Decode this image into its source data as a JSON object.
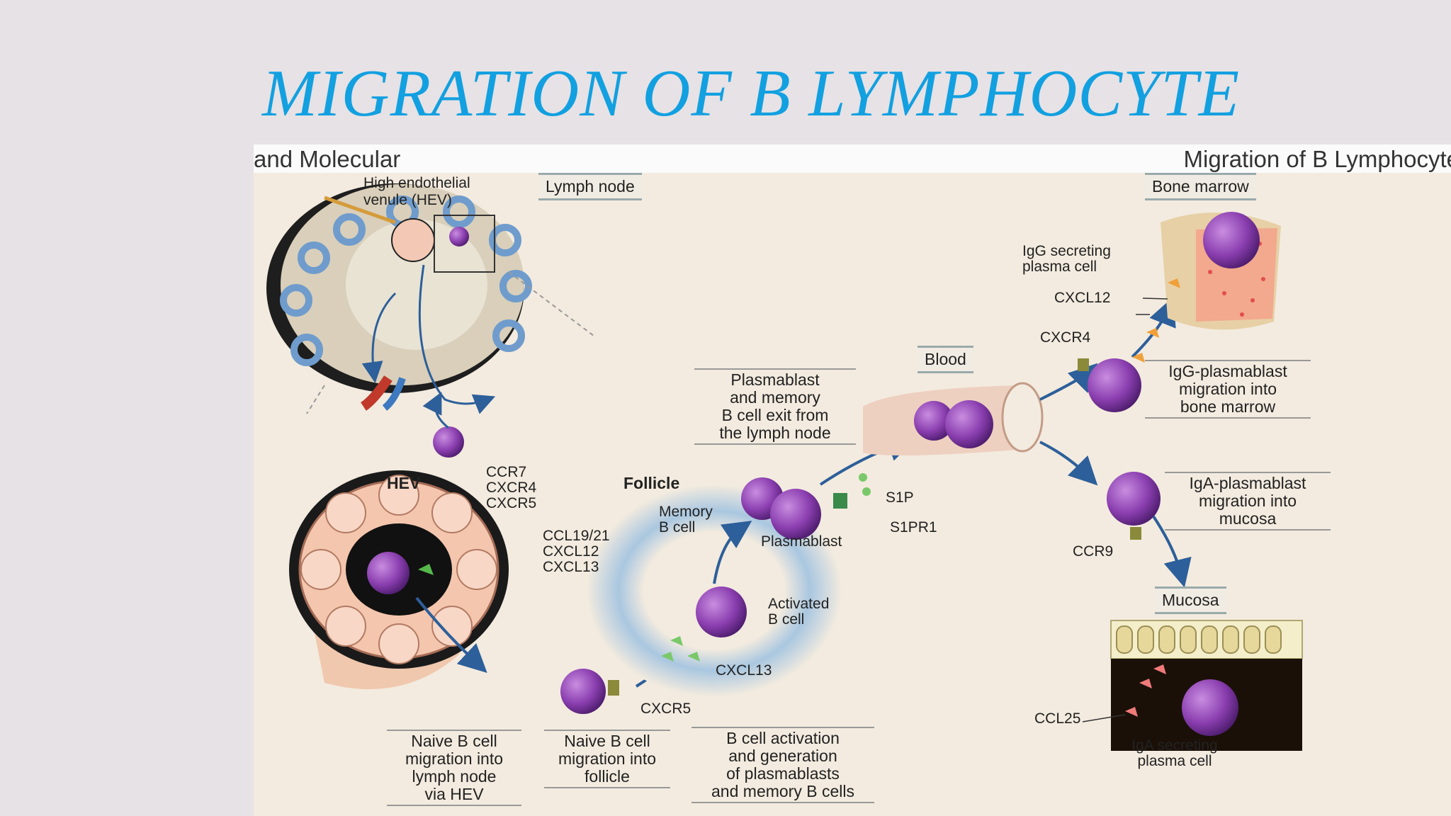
{
  "title": "MIGRATION OF B LYMPHOCYTE",
  "header": {
    "left": "and Molecular",
    "right": "Migration of B Lymphocyte"
  },
  "sections": {
    "lymph_node": "Lymph node",
    "bone_marrow": "Bone marrow",
    "blood": "Blood",
    "mucosa": "Mucosa",
    "hev": "HEV",
    "follicle": "Follicle"
  },
  "labels": {
    "hev_line1": "High endothelial",
    "hev_line2": "venule (HEV)",
    "ccr7": "CCR7",
    "cxcr4_a": "CXCR4",
    "cxcr5_a": "CXCR5",
    "ccl1921": "CCL19/21",
    "cxcl12_a": "CXCL12",
    "cxcl13_a": "CXCL13",
    "memory_line1": "Memory",
    "memory_line2": "B cell",
    "plasmablast": "Plasmablast",
    "s1p": "S1P",
    "s1pr1": "S1PR1",
    "activated_line1": "Activated",
    "activated_line2": "B cell",
    "cxcl13_b": "CXCL13",
    "cxcr5_b": "CXCR5",
    "igg_line1": "IgG secreting",
    "igg_line2": "plasma cell",
    "cxcl12_b": "CXCL12",
    "cxcr4_b": "CXCR4",
    "ccr9": "CCR9",
    "ccl25": "CCL25",
    "iga_line1": "IgA secreting",
    "iga_line2": "plasma cell"
  },
  "captions": {
    "exit": [
      "Plasmablast",
      "and memory",
      "B cell exit from",
      "the lymph node"
    ],
    "igg_migration": [
      "IgG-plasmablast",
      "migration into",
      "bone marrow"
    ],
    "iga_migration": [
      "IgA-plasmablast",
      "migration into",
      "mucosa"
    ],
    "naive_hev": [
      "Naive B cell",
      "migration into",
      "lymph node",
      "via HEV"
    ],
    "naive_follicle": [
      "Naive B cell",
      "migration into",
      "follicle"
    ],
    "activation": [
      "B cell activation",
      "and generation",
      "of plasmablasts",
      "and memory B cells"
    ]
  },
  "colors": {
    "title": "#12a0e0",
    "cell": "#8b3fb0",
    "arrow": "#2d5f9a",
    "follicle": "#8fb6d6"
  }
}
